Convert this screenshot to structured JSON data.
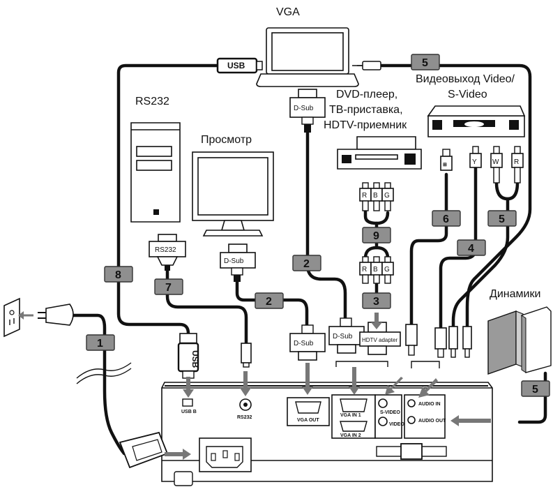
{
  "labels": {
    "vga": "VGA",
    "rs232": "RS232",
    "view": "Просмотр",
    "dvd_line1": "DVD-плеер,",
    "dvd_line2": "ТВ-приставка,",
    "dvd_line3": "HDTV-приемник",
    "video_out_line1": "Видеовыход Video/",
    "video_out_line2": "S-Video",
    "speakers": "Динамики"
  },
  "connectors": {
    "usb_cable": "USB",
    "usb_plug": "USB",
    "dsub": "D-Sub",
    "rs232": "RS232",
    "hdtv_adapter": "HDTV adapter",
    "rca_r": "R",
    "rca_b": "B",
    "rca_g": "G",
    "audio_w": "W",
    "audio_r": "R",
    "video_y": "Y"
  },
  "ports": {
    "usb_b": "USB B",
    "rs232": "RS232",
    "vga_out": "VGA OUT",
    "vga_in_1": "VGA IN 1",
    "vga_in_2": "VGA IN 2",
    "s_video": "S-VIDEO",
    "video": "VIDEO",
    "audio_in": "AUDIO IN",
    "audio_out": "AUDIO OUT"
  },
  "badges": {
    "b1": "1",
    "b2a": "2",
    "b2b": "2",
    "b3": "3",
    "b4": "4",
    "b5a": "5",
    "b5b": "5",
    "b5c": "5",
    "b6": "6",
    "b7": "7",
    "b8": "8",
    "b9": "9"
  }
}
